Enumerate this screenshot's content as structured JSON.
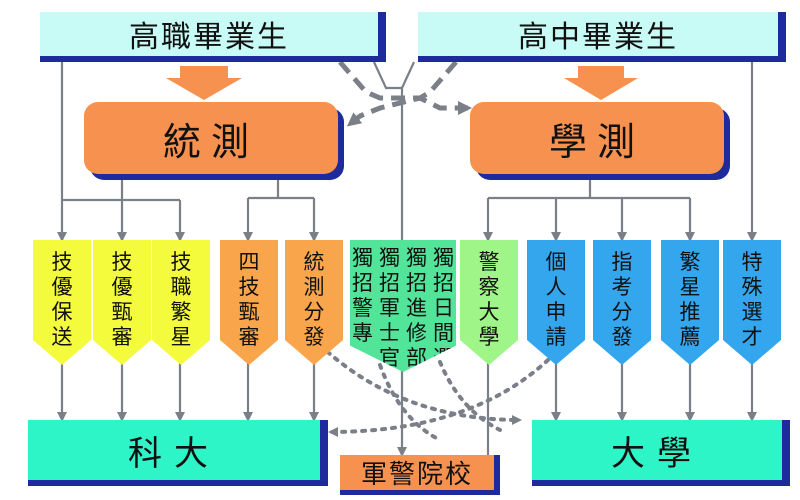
{
  "sources": {
    "vocational": "高職畢業生",
    "highschool": "高中畢業生"
  },
  "exams": {
    "tcte": "統測",
    "gsat": "學測"
  },
  "channels": [
    {
      "id": "ch1",
      "text": "技優保送"
    },
    {
      "id": "ch2",
      "text": "技優甄審"
    },
    {
      "id": "ch3",
      "text": "技職繁星"
    },
    {
      "id": "ch4",
      "text": "四技甄審"
    },
    {
      "id": "ch5",
      "text": "統測分發"
    },
    {
      "id": "ch7",
      "text": "警察大學"
    },
    {
      "id": "ch8",
      "text": "個人申請"
    },
    {
      "id": "ch9",
      "text": "指考分發"
    },
    {
      "id": "ch10",
      "text": "繁星推薦"
    },
    {
      "id": "ch11",
      "text": "特殊選才"
    }
  ],
  "military_channel": {
    "columns": [
      "獨招日間選",
      "獨招進修部",
      "獨招軍士官",
      "獨招警專"
    ]
  },
  "destinations": {
    "tech_university": "科大",
    "university": "大學",
    "military_academy": "軍警院校"
  }
}
